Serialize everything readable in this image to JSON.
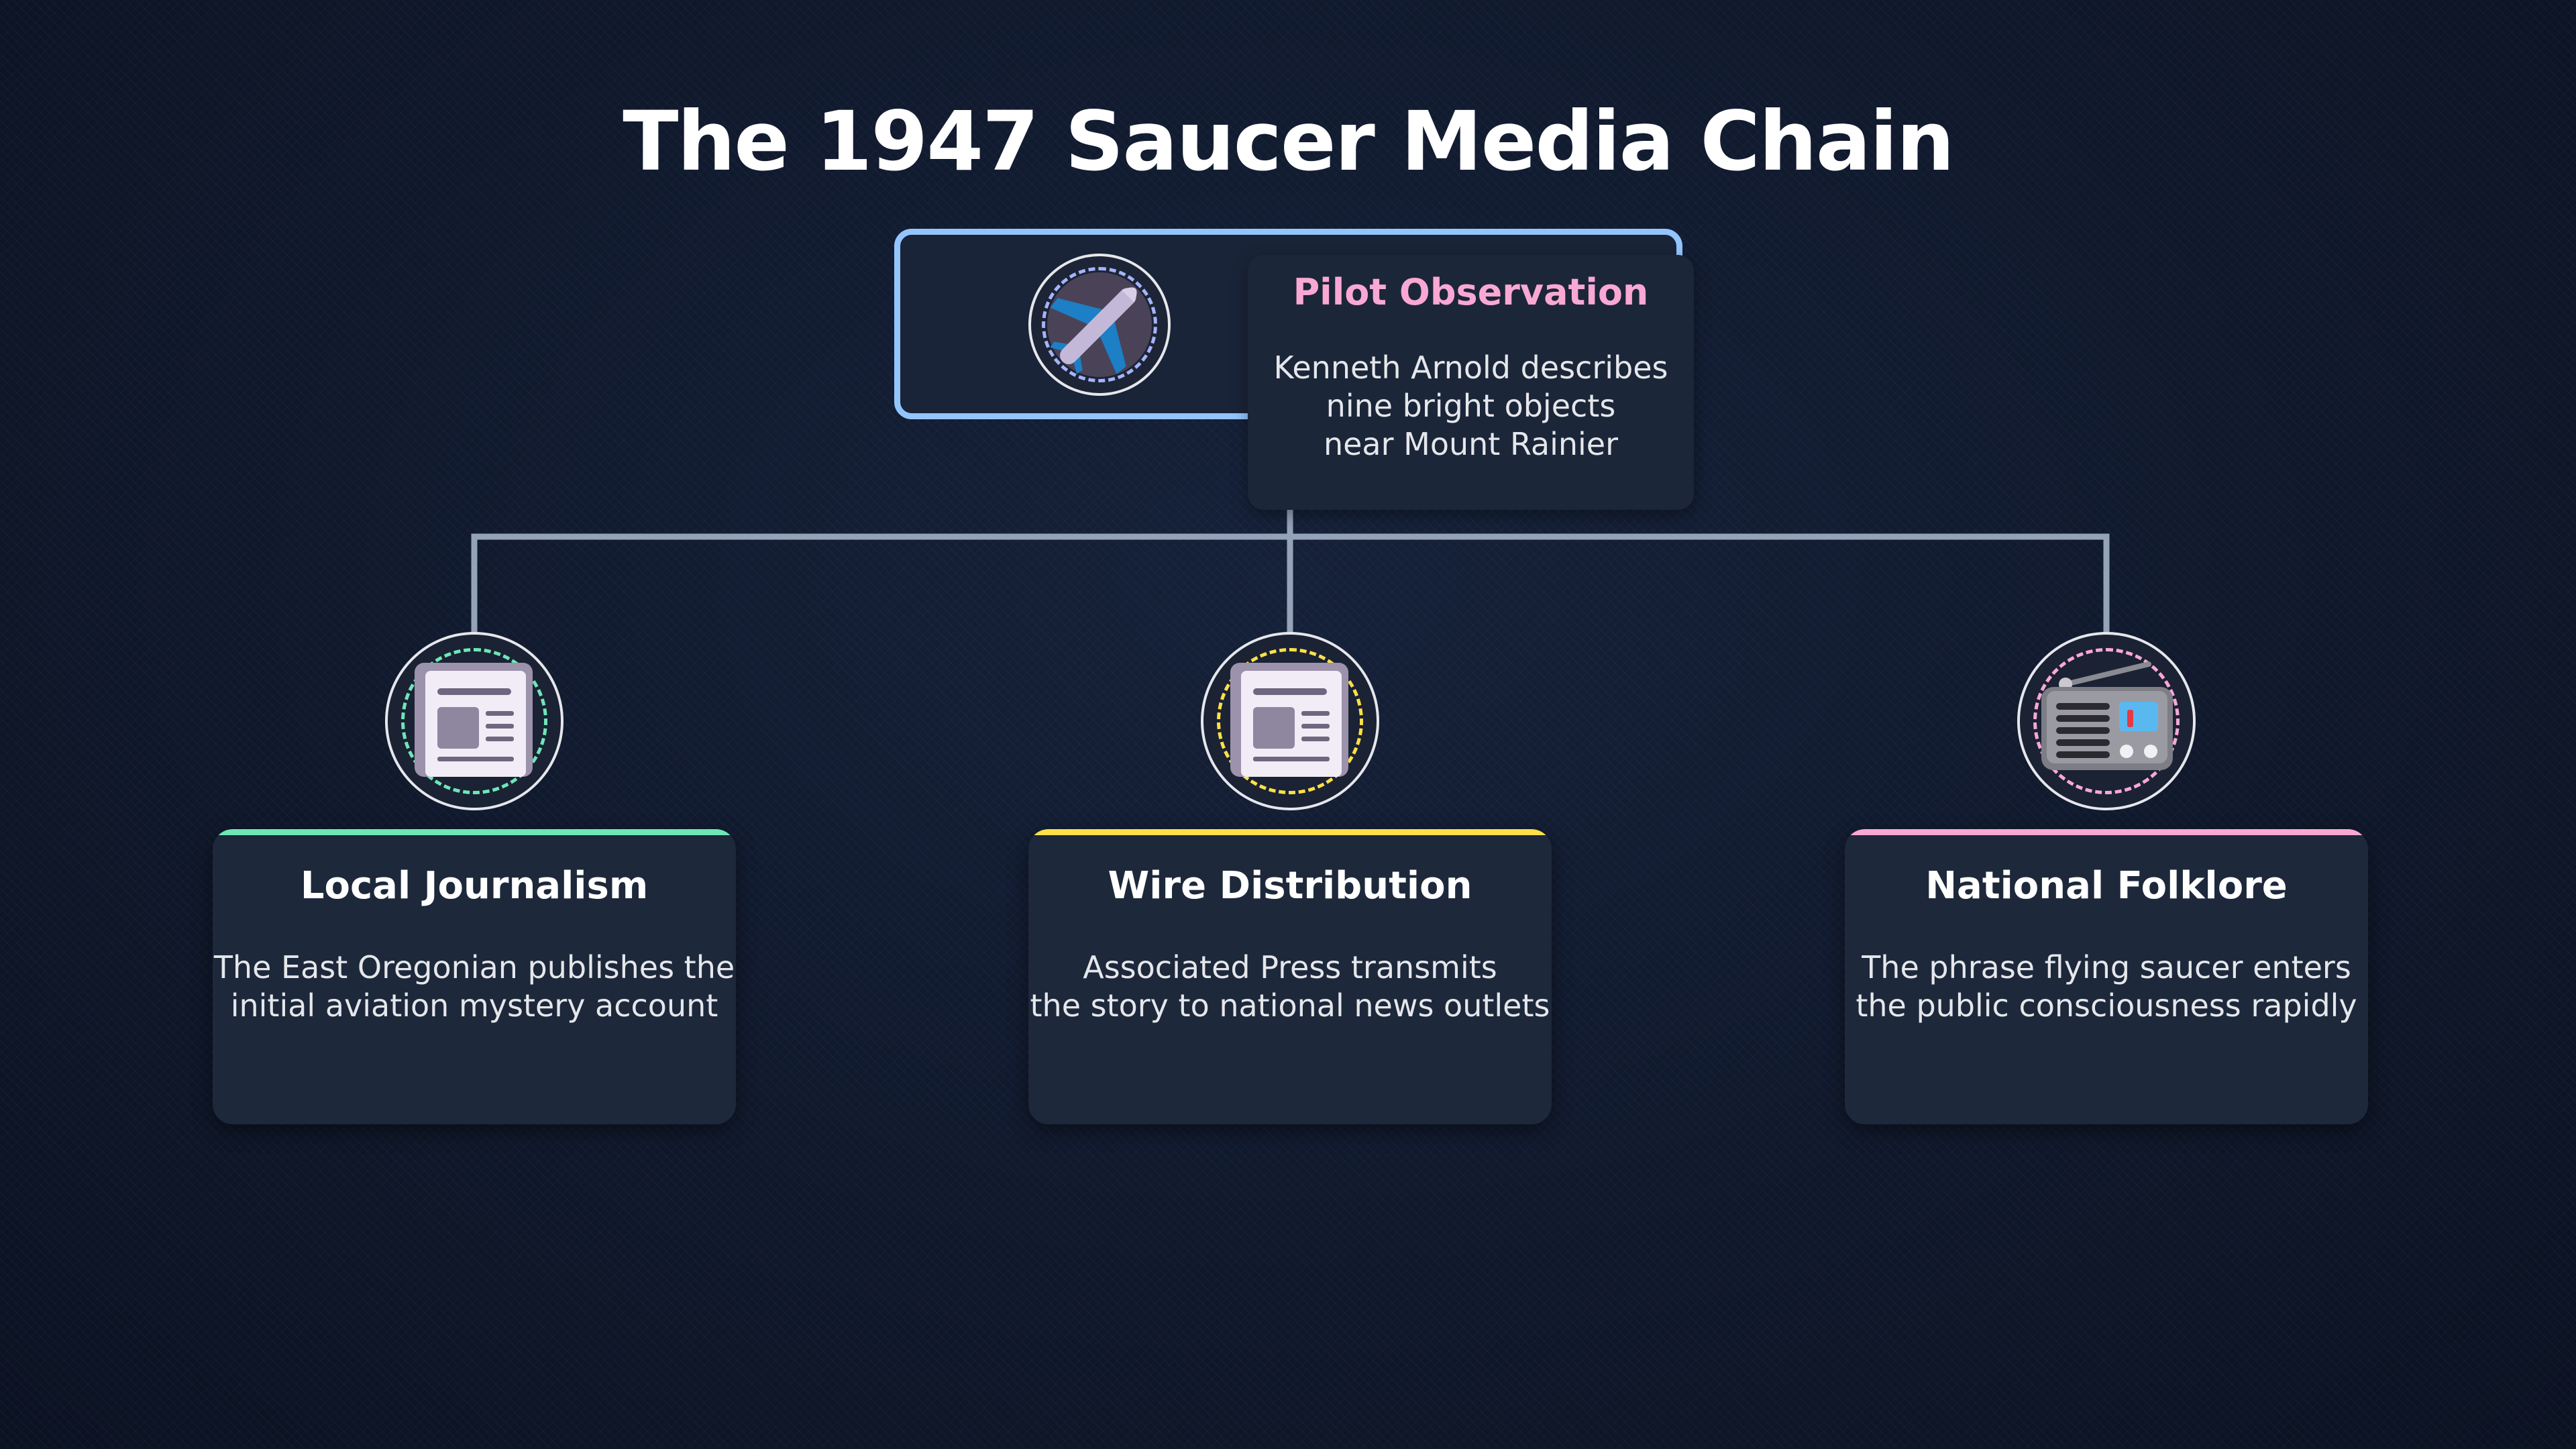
{
  "title": "The 1947 Saucer Media Chain",
  "root": {
    "title": "Pilot Observation",
    "description": "Kenneth Arnold describes\nnine bright objects\nnear Mount Rainier",
    "icon": "airplane-icon",
    "border_color": "#93c5fd",
    "title_color": "#f9a8d4"
  },
  "children": [
    {
      "title": "Local Journalism",
      "description": "The East Oregonian publishes the\ninitial aviation mystery account",
      "icon": "newspaper-icon",
      "accent": "#6ee7b7"
    },
    {
      "title": "Wire Distribution",
      "description": "Associated Press transmits\nthe story to national news outlets",
      "icon": "newspaper-icon",
      "accent": "#fde047"
    },
    {
      "title": "National Folklore",
      "description": "The phrase flying saucer enters\nthe public consciousness rapidly",
      "icon": "radio-icon",
      "accent": "#f9a8d4"
    }
  ]
}
